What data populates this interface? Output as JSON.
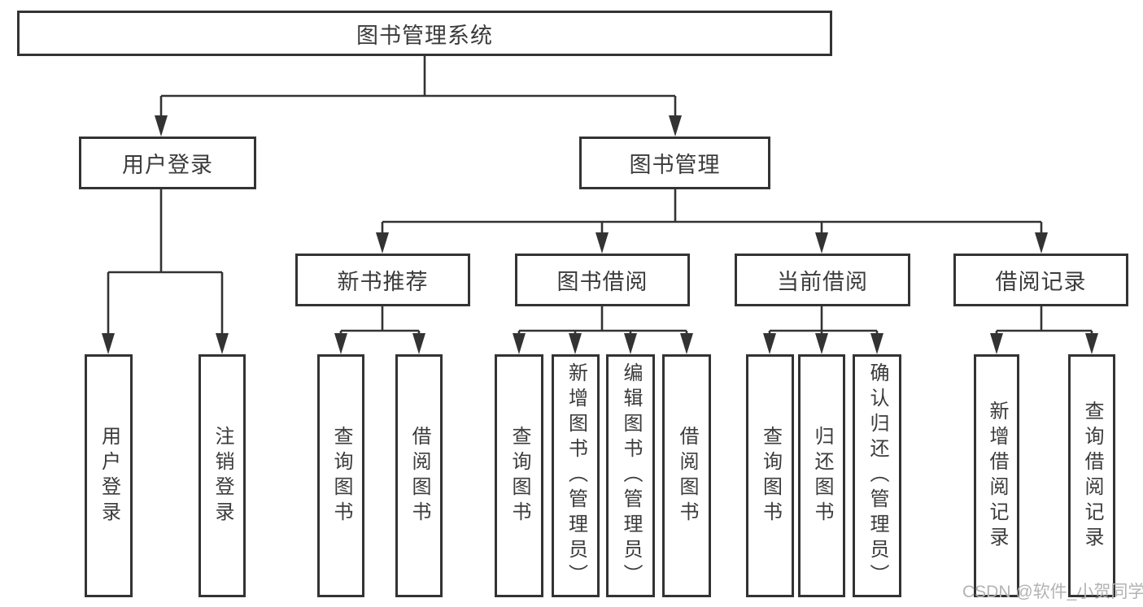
{
  "diagram": {
    "root": {
      "label": "图书管理系统"
    },
    "branches": [
      {
        "label": "用户登录",
        "children": [
          {
            "label": "用户登录"
          },
          {
            "label": "注销登录"
          }
        ]
      },
      {
        "label": "图书管理",
        "children": [
          {
            "label": "新书推荐",
            "children": [
              {
                "label": "查询图书"
              },
              {
                "label": "借阅图书"
              }
            ]
          },
          {
            "label": "图书借阅",
            "children": [
              {
                "label": "查询图书"
              },
              {
                "label": "新增图书（管理员）"
              },
              {
                "label": "编辑图书（管理员）"
              },
              {
                "label": "借阅图书"
              }
            ]
          },
          {
            "label": "当前借阅",
            "children": [
              {
                "label": "查询图书"
              },
              {
                "label": "归还图书"
              },
              {
                "label": "确认归还（管理员）"
              }
            ]
          },
          {
            "label": "借阅记录",
            "children": [
              {
                "label": "新增借阅记录"
              },
              {
                "label": "查询借阅记录"
              }
            ]
          }
        ]
      }
    ]
  },
  "watermark": "CSDN @软件_小贺同学",
  "colors": {
    "background": "#ffffff",
    "line": "#333333",
    "box_border": "#333333",
    "label_text": "#3b3b3b",
    "watermark_text": "#b3b3b3"
  }
}
